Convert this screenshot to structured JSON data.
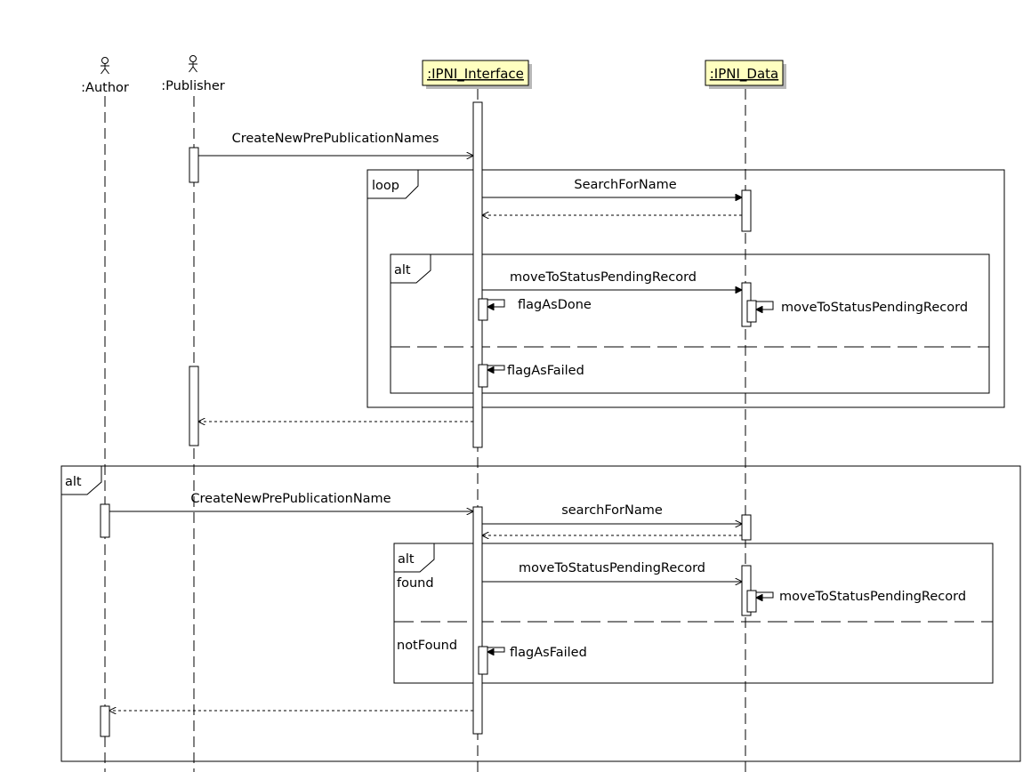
{
  "participants": {
    "author": ":Author",
    "publisher": ":Publisher",
    "interface": ":IPNI_Interface",
    "data": ":IPNI_Data"
  },
  "frames": {
    "loop_label": "loop",
    "alt_inner1_label": "alt",
    "alt_outer_label": "alt",
    "alt_inner2_label": "alt",
    "guard_found": "found",
    "guard_notfound": "notFound"
  },
  "messages": {
    "create_names": "CreateNewPrePublicationNames",
    "search_loop": "SearchForName",
    "move_loop": "moveToStatusPendingRecord",
    "flag_done": "flagAsDone",
    "move_self_loop": "moveToStatusPendingRecord",
    "flag_failed_loop": "flagAsFailed",
    "create_name": "CreateNewPrePublicationName",
    "search_alt": "searchForName",
    "move_alt": "moveToStatusPendingRecord",
    "move_self_alt": "moveToStatusPendingRecord",
    "flag_failed_alt": "flagAsFailed"
  },
  "colors": {
    "object_fill": "#ffffc0",
    "line": "#000000"
  }
}
